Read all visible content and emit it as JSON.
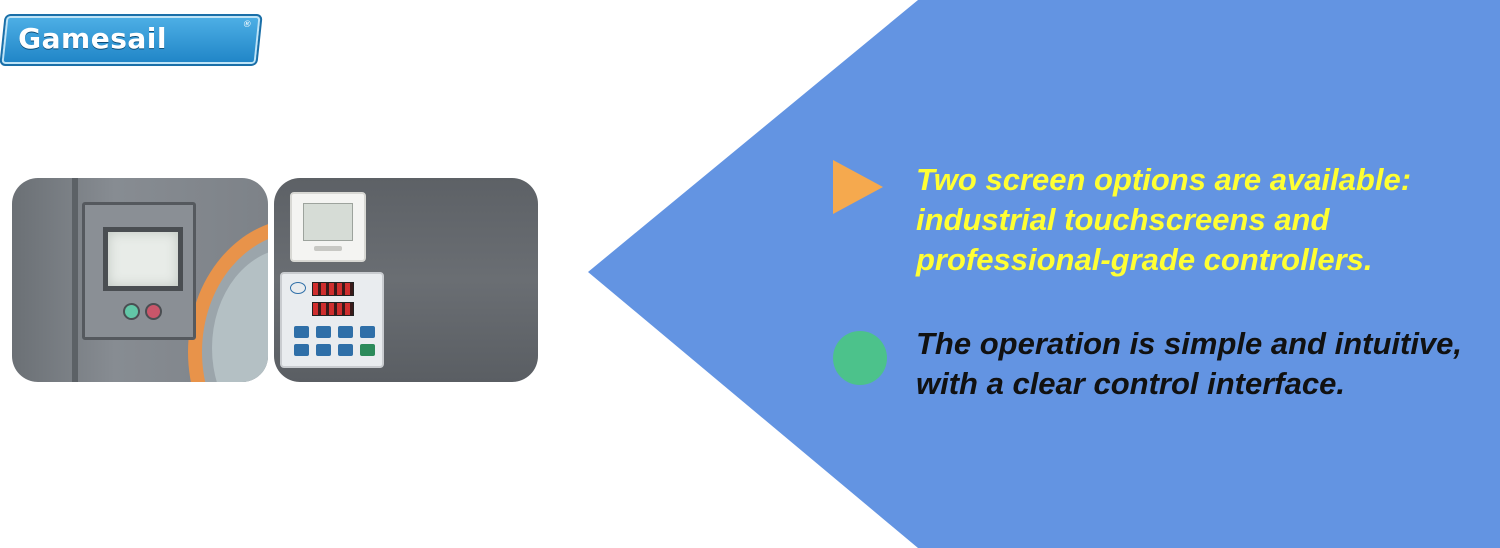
{
  "brand": {
    "name": "Gamesail",
    "registered_mark": "®",
    "color": "#2a8fd0"
  },
  "photos": [
    {
      "subject": "industrial touchscreen panel on machine"
    },
    {
      "subject": "wall thermostat and professional-grade controller"
    }
  ],
  "bullets": [
    {
      "icon": "triangle-bullet-icon",
      "icon_color": "#f5a94e",
      "text": "Two screen options are available: industrial touchscreens and professional-grade controllers.",
      "text_color": "#ffff33"
    },
    {
      "icon": "circle-bullet-icon",
      "icon_color": "#4cc28b",
      "text": "The operation is simple and intuitive, with a clear control interface.",
      "text_color": "#111111"
    }
  ],
  "colors": {
    "panel": "#6394e2",
    "background": "#ffffff"
  }
}
